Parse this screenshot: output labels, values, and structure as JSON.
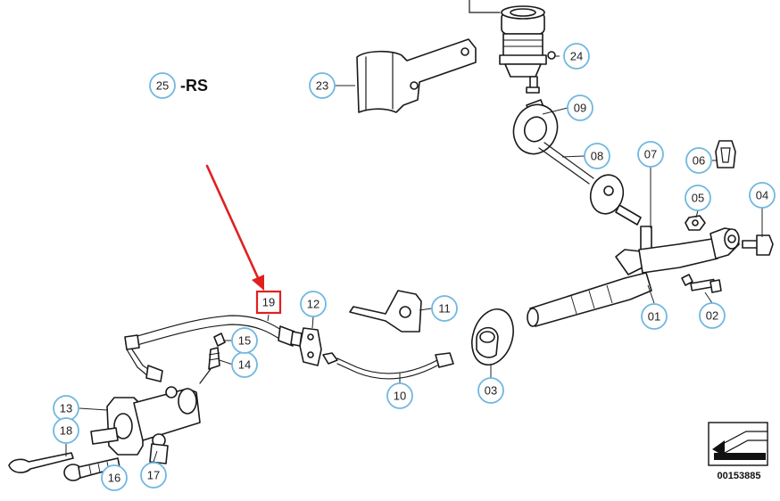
{
  "diagram": {
    "suffix_label": "-RS",
    "reference_number": "00153885",
    "highlighted_callout": "19",
    "accent_color": "#6fb8e0",
    "highlight_color": "#e02020",
    "arrow_color": "#e02020"
  },
  "callouts": {
    "c01": "01",
    "c02": "02",
    "c03": "03",
    "c04": "04",
    "c05": "05",
    "c06": "06",
    "c07": "07",
    "c08": "08",
    "c09": "09",
    "c10": "10",
    "c11": "11",
    "c12": "12",
    "c13": "13",
    "c14": "14",
    "c15": "15",
    "c16": "16",
    "c17": "17",
    "c18": "18",
    "c19": "19",
    "c23": "23",
    "c24": "24",
    "c25": "25"
  }
}
